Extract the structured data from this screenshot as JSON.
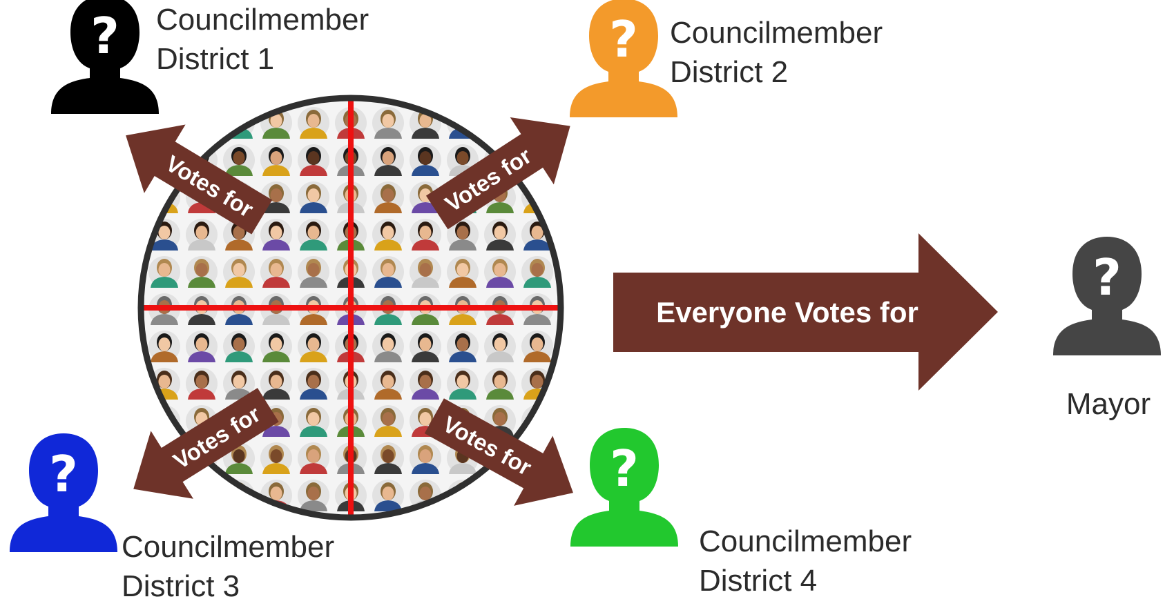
{
  "councilmembers": [
    {
      "title": "Councilmember",
      "district": "District 1",
      "color": "#000000"
    },
    {
      "title": "Councilmember",
      "district": "District 2",
      "color": "#f39a2b"
    },
    {
      "title": "Councilmember",
      "district": "District 3",
      "color": "#1028d8"
    },
    {
      "title": "Councilmember",
      "district": "District 4",
      "color": "#22c82e"
    }
  ],
  "votes_for_label": "Votes for",
  "big_arrow_label": "Everyone Votes for",
  "mayor": {
    "label": "Mayor",
    "color": "#454545"
  },
  "colors": {
    "arrow": "#6e3329",
    "divider": "#ee1111",
    "circle_border": "#2f2f2f"
  },
  "crowd": {
    "shirt_colors": [
      "#2f9a7a",
      "#c03a3a",
      "#2a4f8f",
      "#6b4aa6",
      "#d9a21a",
      "#3a3a3a",
      "#b06a2a",
      "#5a8a3a",
      "#8a8a8a",
      "#c8c8c8"
    ],
    "skin_tones": [
      "#f1c8a4",
      "#d9a37c",
      "#a8704a",
      "#7a4a2a",
      "#e8b890",
      "#5a3520"
    ],
    "hair_colors": [
      "#1a1a1a",
      "#4a2e1a",
      "#8a6a3a",
      "#2a1a10",
      "#b08850",
      "#6a6a6a"
    ]
  }
}
